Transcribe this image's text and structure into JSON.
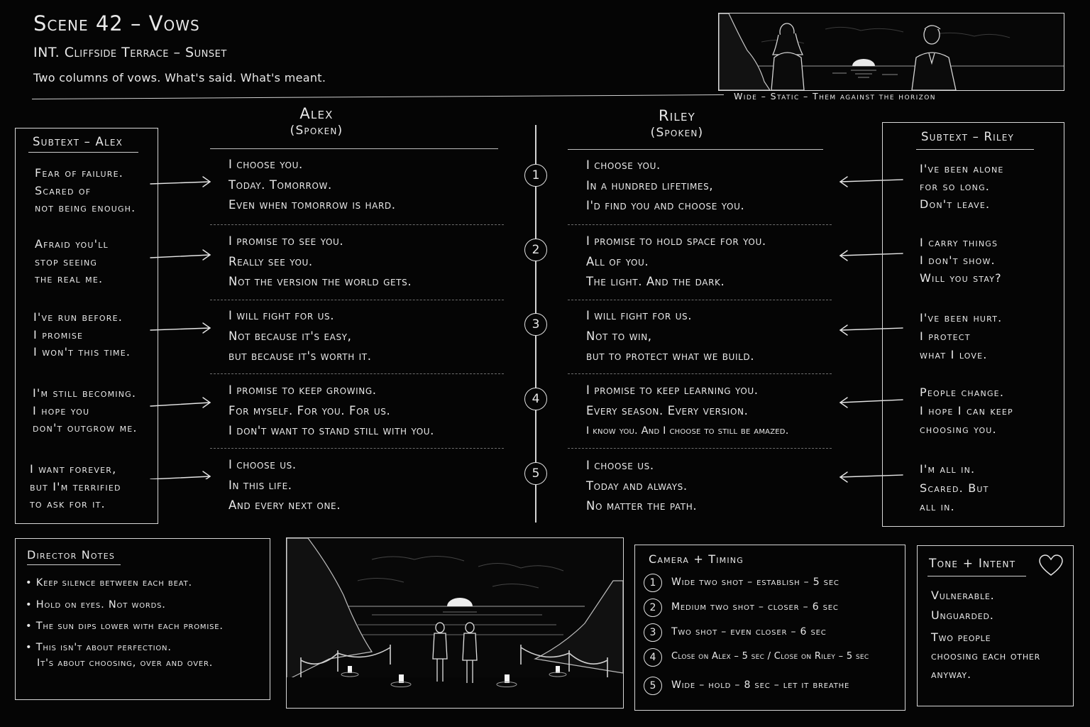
{
  "header": {
    "title": "Scene 42 – Vows",
    "subtitle": "INT. Cliffside Terrace – Sunset",
    "tagline": "Two columns of vows.  What's said.  What's meant.",
    "establishing_caption": "Wide – Static – Them against the horizon"
  },
  "alex": {
    "name": "Alex",
    "spoken_label": "(Spoken)",
    "subtext_title": "Subtext – Alex",
    "subtext": [
      [
        "Fear of failure.",
        "Scared of",
        "not being enough."
      ],
      [
        "Afraid you'll",
        "stop seeing",
        "the real me."
      ],
      [
        "I've run before.",
        "I promise",
        "I won't this time."
      ],
      [
        "I'm still becoming.",
        "I hope you",
        "don't outgrow me."
      ],
      [
        "I want forever,",
        "but I'm terrified",
        "to ask for it."
      ]
    ],
    "vows": [
      [
        "I choose you.",
        "Today. Tomorrow.",
        "Even when tomorrow is hard."
      ],
      [
        "I promise to see you.",
        "Really see you.",
        "Not the version the world gets."
      ],
      [
        "I will fight for us.",
        "Not because it's easy,",
        "but because it's worth it."
      ],
      [
        "I promise to keep growing.",
        "For myself. For you. For us.",
        "I don't want to stand still with you."
      ],
      [
        "I choose us.",
        "In this life.",
        "And every next one."
      ]
    ]
  },
  "riley": {
    "name": "Riley",
    "spoken_label": "(Spoken)",
    "subtext_title": "Subtext – Riley",
    "subtext": [
      [
        "I've been alone",
        "for so long.",
        "Don't leave."
      ],
      [
        "I carry things",
        "I don't show.",
        "Will you stay?"
      ],
      [
        "I've been hurt.",
        "I protect",
        "what I love."
      ],
      [
        "People change.",
        "I hope I can keep",
        "choosing you."
      ],
      [
        "I'm all in.",
        "Scared. But",
        "all in."
      ]
    ],
    "vows": [
      [
        "I choose you.",
        "In a hundred lifetimes,",
        "I'd find you and choose you."
      ],
      [
        "I promise to hold space for you.",
        "All of you.",
        "The light. And the dark."
      ],
      [
        "I will fight for us.",
        "Not to win,",
        "but to protect what we build."
      ],
      [
        "I promise to keep learning you.",
        "Every season. Every version.",
        "I know you. And I choose to still be amazed."
      ],
      [
        "I choose us.",
        "Today and always.",
        "No matter the path."
      ]
    ]
  },
  "beat_numbers": [
    "1",
    "2",
    "3",
    "4",
    "5"
  ],
  "director_notes": {
    "title": "Director Notes",
    "items": [
      [
        "Keep silence between each beat."
      ],
      [
        "Hold on eyes. Not words."
      ],
      [
        "The sun dips lower with each promise."
      ],
      [
        "This isn't about perfection.",
        "It's about choosing, over and over."
      ]
    ]
  },
  "camera_timing": {
    "title": "Camera + Timing",
    "shots": [
      {
        "num": "1",
        "text": "Wide two shot – establish – 5 sec"
      },
      {
        "num": "2",
        "text": "Medium two shot – closer – 6 sec"
      },
      {
        "num": "3",
        "text": "Two shot – even closer – 6 sec"
      },
      {
        "num": "4",
        "text": "Close on Alex – 5 sec / Close on Riley – 5 sec"
      },
      {
        "num": "5",
        "text": "Wide – hold – 8 sec – let it breathe"
      }
    ]
  },
  "tone_intent": {
    "title": "Tone + Intent",
    "icon": "heart-icon",
    "lines": [
      "Vulnerable.",
      "Unguarded.",
      "Two people",
      "choosing each other",
      "anyway."
    ]
  },
  "colors": {
    "background": "#050505",
    "chalk": "#ececec"
  }
}
